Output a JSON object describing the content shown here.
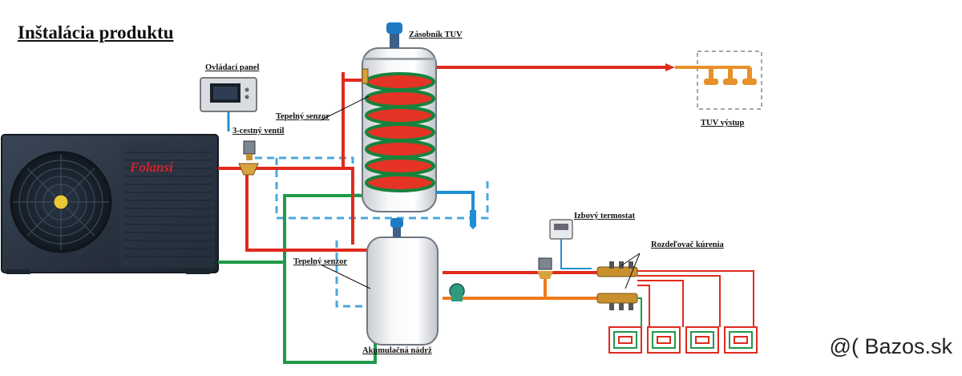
{
  "title": "Inštalácia produktu",
  "labels": {
    "control_panel": "Ovládací panel",
    "dhw_tank": "Zásobník TUV",
    "thermal_sensor_top": "Tepelný senzor",
    "three_way_valve": "3-cestný ventil",
    "dhw_output": "TUV výstup",
    "room_thermostat": "Izbový termostat",
    "heating_manifold": "Rozdeľovač kúrenia",
    "thermal_sensor_bottom": "Tepelný senzor",
    "buffer_tank": "Akumulačná nádrž"
  },
  "brand": "Folansi",
  "watermark": {
    "symbol": "@(",
    "text": "Bazos.sk"
  },
  "colors": {
    "supply": "#e02a1e",
    "return": "#1f9a4a",
    "dhw_cold": "#1e8fd6",
    "heating": "#f07a1a",
    "coil": "#e53325",
    "pipe_dashed": "#4aa8dc",
    "unit_body": "#2a3442"
  }
}
